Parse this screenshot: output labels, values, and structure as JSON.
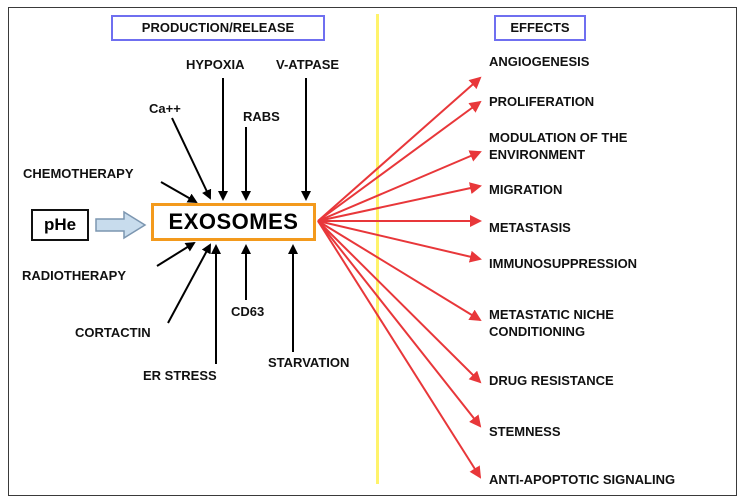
{
  "headers": {
    "production": "PRODUCTION/RELEASE",
    "effects": "EFFECTS"
  },
  "center": {
    "label": "EXOSOMES",
    "input": "pHe"
  },
  "factors": [
    "HYPOXIA",
    "V-ATPASE",
    "Ca++",
    "RABS",
    "CHEMOTHERAPY",
    "RADIOTHERAPY",
    "CORTACTIN",
    "CD63",
    "ER STRESS",
    "STARVATION"
  ],
  "effects": [
    "ANGIOGENESIS",
    "PROLIFERATION",
    "MODULATION OF THE",
    "ENVIRONMENT",
    "MIGRATION",
    "METASTASIS",
    "IMMUNOSUPPRESSION",
    "METASTATIC NICHE",
    "CONDITIONING",
    "DRUG RESISTANCE",
    "STEMNESS",
    "ANTI-APOPTOTIC SIGNALING"
  ],
  "colors": {
    "effect_arrow": "#e8373a",
    "factor_arrow": "#000000",
    "center_border": "#f39a1d",
    "header_border": "#6f6ff0",
    "divider": "#fff36b",
    "input_arrow_fill": "#c8dced",
    "input_arrow_stroke": "#7c96b0"
  }
}
